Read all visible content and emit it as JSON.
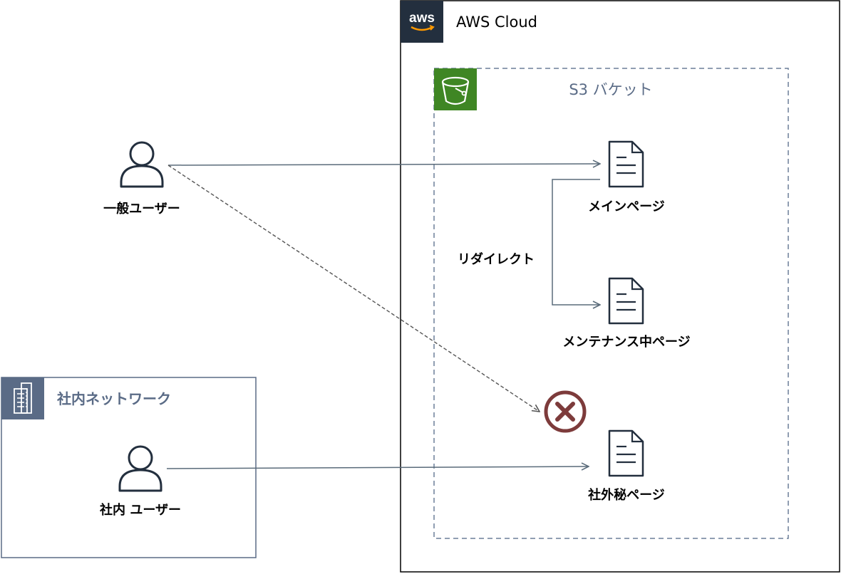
{
  "aws": {
    "title": "AWS Cloud",
    "logo_text": "aws",
    "icon": "aws-logo-icon"
  },
  "bucket": {
    "title": "S3 バケット",
    "icon": "s3-bucket-icon"
  },
  "corp_network": {
    "title": "社内ネットワーク",
    "icon": "office-building-icon"
  },
  "users": {
    "general": {
      "label": "一般ユーザー",
      "icon": "user-icon"
    },
    "internal": {
      "label": "社内 ユーザー",
      "icon": "user-icon"
    }
  },
  "pages": {
    "main": {
      "label": "メインページ",
      "icon": "document-icon"
    },
    "maintenance": {
      "label": "メンテナンス中ページ",
      "icon": "document-icon"
    },
    "confidential": {
      "label": "社外秘ページ",
      "icon": "document-icon"
    }
  },
  "redirect_label": "リダイレクト",
  "deny_icon": "deny-x-icon",
  "colors": {
    "aws_dark": "#232f3e",
    "s3_green": "#3f8624",
    "group_blue": "#5a6b86",
    "deny_red": "#7d3b3b",
    "arrow_gray": "#5a6b7a"
  }
}
